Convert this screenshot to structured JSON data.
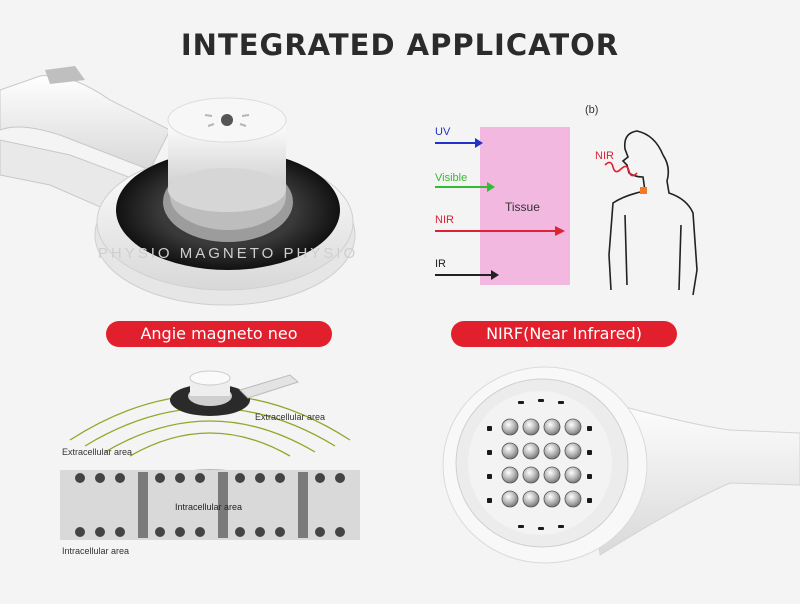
{
  "title": "INTEGRATED APPLICATOR",
  "labels": {
    "left": "Angie magneto neo",
    "right": "NIRF(Near Infrared)"
  },
  "applicator_ring_text": "PHYSIO MAGNETO PHYSIO",
  "nir_diagram": {
    "panel_label": "(b)",
    "tissue_label": "Tissue",
    "rays": [
      {
        "label": "UV",
        "color": "#2233cc"
      },
      {
        "label": "Visible",
        "color": "#33bb33"
      },
      {
        "label": "NIR",
        "color": "#dd2233"
      },
      {
        "label": "IR",
        "color": "#222222"
      }
    ],
    "body_label": "NIR"
  },
  "field_diagram": {
    "extracellular_top": "Extracellular area",
    "extracellular_left": "Extracellular area",
    "intracellular_mid": "Intracellular area",
    "intracellular_bottom": "Intracellular area"
  },
  "colors": {
    "accent": "#e21f2d",
    "tissue": "#f2b8e0"
  }
}
